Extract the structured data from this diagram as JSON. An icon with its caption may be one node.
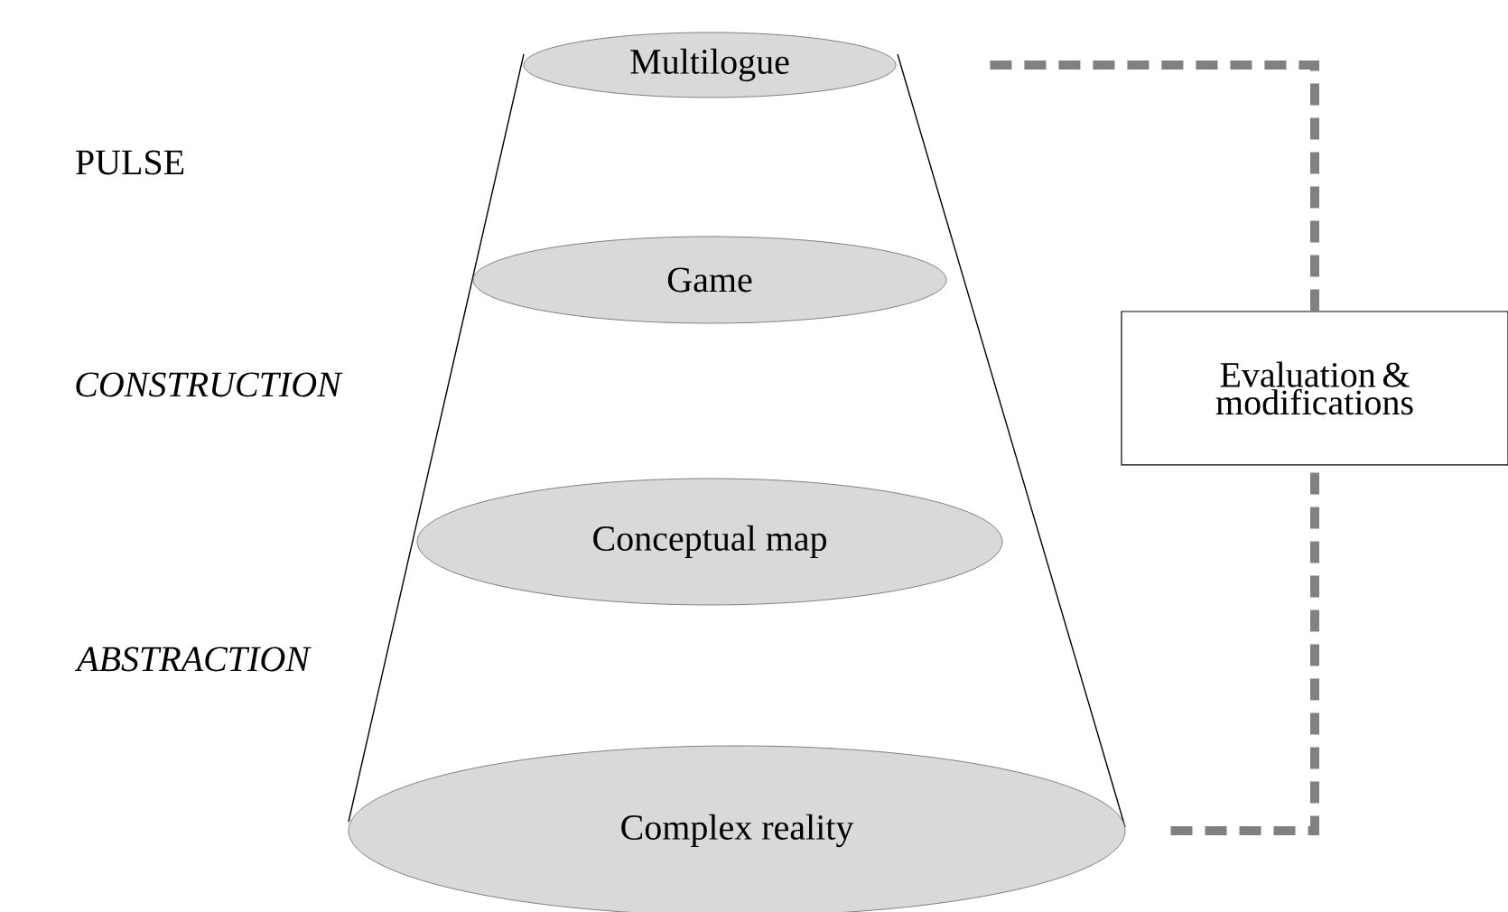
{
  "diagram": {
    "nodes": [
      {
        "text": [
          "Multilogue"
        ]
      },
      {
        "text": [
          "Game"
        ]
      },
      {
        "text": [
          "Conceptual map"
        ]
      },
      {
        "text": [
          "Complex reality"
        ]
      },
      {
        "text": [
          "Evaluation & modifications"
        ]
      }
    ],
    "edges": [
      {
        "from": 3,
        "to": 4,
        "arrow": "none",
        "style": "dashed",
        "color": "#808080"
      },
      {
        "from": 4,
        "to": 0,
        "arrow": "none",
        "style": "dashed",
        "color": "#808080"
      }
    ],
    "labels": [
      "PULSE",
      "CONSTRUCTION",
      "ABSTRACTION"
    ]
  }
}
